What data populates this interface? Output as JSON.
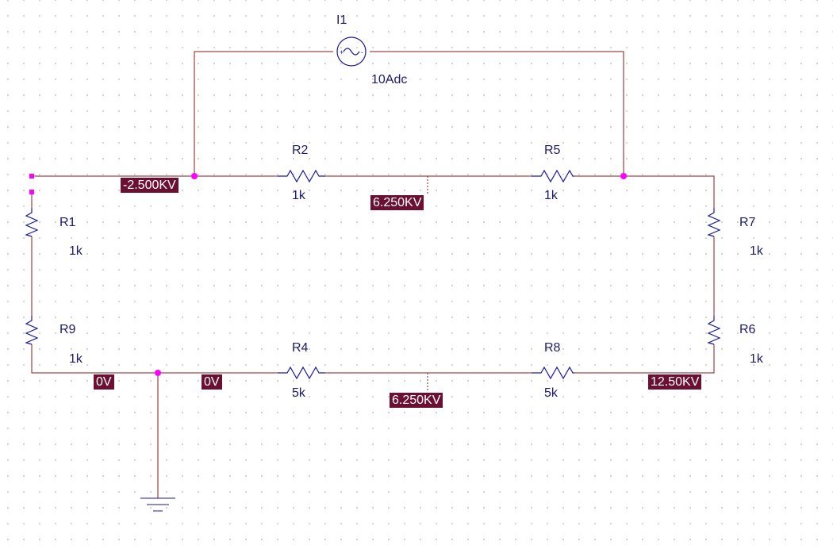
{
  "source": {
    "name": "I1",
    "value": "10Adc"
  },
  "resistors": {
    "r1": {
      "name": "R1",
      "value": "1k"
    },
    "r2": {
      "name": "R2",
      "value": "1k"
    },
    "r4": {
      "name": "R4",
      "value": "5k"
    },
    "r5": {
      "name": "R5",
      "value": "1k"
    },
    "r6": {
      "name": "R6",
      "value": "1k"
    },
    "r7": {
      "name": "R7",
      "value": "1k"
    },
    "r8": {
      "name": "R8",
      "value": "5k"
    },
    "r9": {
      "name": "R9",
      "value": "1k"
    }
  },
  "voltages": {
    "top_left": "-2.500KV",
    "top_mid": "6.250KV",
    "bot_left_a": "0V",
    "bot_left_b": "0V",
    "bot_mid": "6.250KV",
    "bot_right": "12.50KV"
  },
  "colors": {
    "wire": "#8b1a1a",
    "component": "#1a1a9e",
    "label_bg": "#6b1030",
    "junction": "#ff00ff"
  }
}
